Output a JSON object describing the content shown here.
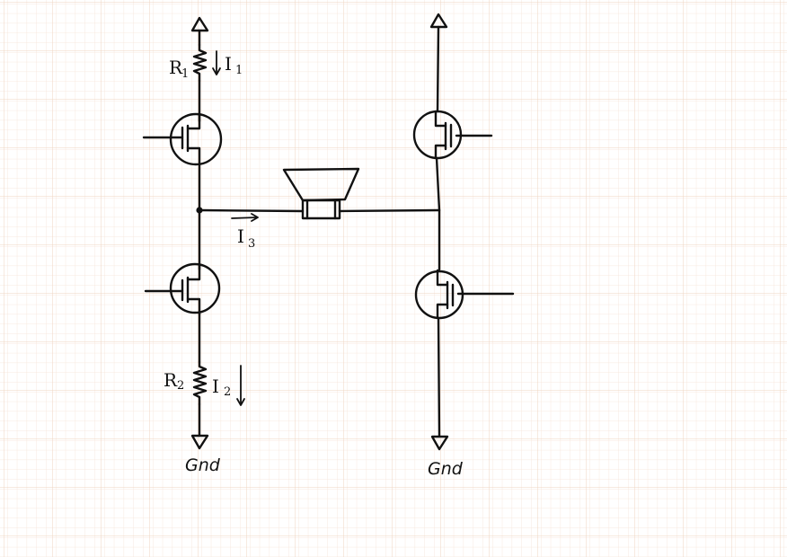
{
  "diagram": {
    "resistors": [
      {
        "id": "R1",
        "name": "R",
        "sub": "1"
      },
      {
        "id": "R2",
        "name": "R",
        "sub": "2"
      }
    ],
    "currents": [
      {
        "id": "I1",
        "name": "I",
        "sub": "1"
      },
      {
        "id": "I2",
        "name": "I",
        "sub": "2"
      },
      {
        "id": "I3",
        "name": "I",
        "sub": "3"
      }
    ],
    "grounds": [
      {
        "id": "gnd-left",
        "label": "Gnd"
      },
      {
        "id": "gnd-right",
        "label": "Gnd"
      }
    ],
    "transistors": [
      {
        "id": "m1",
        "position": "top-left",
        "type": "mosfet"
      },
      {
        "id": "m2",
        "position": "bottom-left",
        "type": "mosfet"
      },
      {
        "id": "m3",
        "position": "top-right",
        "type": "mosfet"
      },
      {
        "id": "m4",
        "position": "bottom-right",
        "type": "mosfet"
      }
    ],
    "load": {
      "id": "speaker",
      "type": "speaker"
    },
    "background": {
      "style": "graph-paper",
      "grid_color": "#f2d9c8",
      "ink_color": "#111111"
    }
  }
}
